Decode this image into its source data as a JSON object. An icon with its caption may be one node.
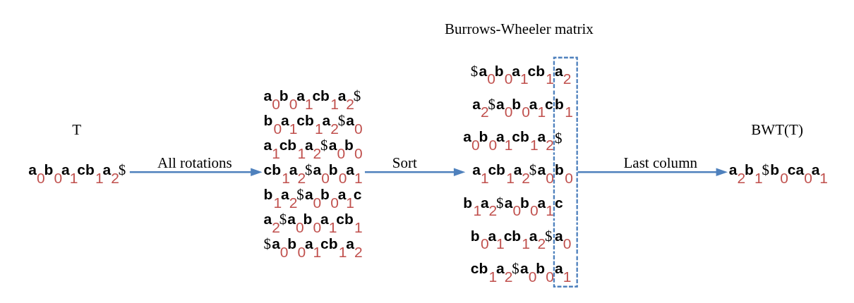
{
  "diagram": {
    "nodes": [
      {
        "text": [
          "a$_{0}$b$_{0}$a$_{1}$cb$_{1}$a$_{2}$$"
        ],
        "beside": [
          "T"
        ]
      },
      {
        "text": [
          "a$_{0}$b$_{0}$a$_{1}$cb$_{1}$a$_{2}$$",
          "b$_{0}$a$_{1}$cb$_{1}$a$_{2}$$a$_{0}$",
          "a$_{1}$cb$_{1}$a$_{2}$$a$_{0}$b$_{0}$",
          "cb$_{1}$a$_{2}$$a$_{0}$b$_{0}$a$_{1}$",
          "b$_{1}$a$_{2}$$a$_{0}$b$_{0}$a$_{1}$c",
          "a$_{2}$$a$_{0}$b$_{0}$a$_{1}$cb$_{1}$",
          "$a$_{0}$b$_{0}$a$_{1}$cb$_{1}$a$_{2}$"
        ]
      },
      {
        "text": [
          "$a$_{0}$b$_{0}$a$_{1}$cb$_{1}$a$_{2}$",
          "a$_{2}$$a$_{0}$b$_{0}$a$_{1}$cb$_{1}$",
          "a$_{0}$b$_{0}$a$_{1}$cb$_{1}$a$_{2}$$",
          "a$_{1}$cb$_{1}$a$_{2}$$a$_{0}$b$_{0}$",
          "b$_{1}$a$_{2}$$a$_{0}$b$_{0}$a$_{1}$c",
          "b$_{0}$a$_{1}$cb$_{1}$a$_{2}$$a$_{0}$",
          "cb$_{1}$a$_{2}$$a$_{0}$b$_{0}$a$_{1}$"
        ],
        "beside": [
          "Burrows-Wheeler matrix"
        ]
      },
      {
        "text": [
          "a$_{2}$b$_{1}$$b$_{0}$ca$_{0}$a$_{1}$"
        ],
        "beside": [
          "BWT(T)"
        ]
      }
    ],
    "edges": [
      {
        "from": 0,
        "to": 1,
        "arrow": "to",
        "label": "All rotations"
      },
      {
        "from": 1,
        "to": 2,
        "arrow": "to",
        "label": "Sort"
      },
      {
        "from": 2,
        "to": 3,
        "arrow": "to",
        "label": "Last column"
      }
    ]
  }
}
